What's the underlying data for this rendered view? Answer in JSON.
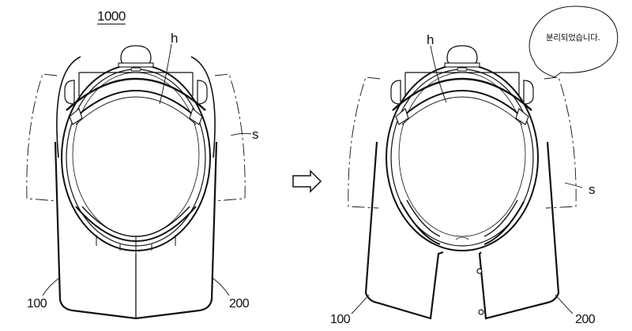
{
  "figure": {
    "reference_number": "1000",
    "arrow_icon": "right-arrow-outline",
    "before": {
      "labels": {
        "head": "h",
        "shoulder": "s",
        "left_part": "100",
        "right_part": "200"
      }
    },
    "after": {
      "labels": {
        "head": "h",
        "shoulder": "s",
        "left_part": "100",
        "right_part": "200"
      },
      "speech_bubble": "분리되었습니다."
    }
  },
  "colors": {
    "line": "#111111",
    "background": "#ffffff"
  }
}
